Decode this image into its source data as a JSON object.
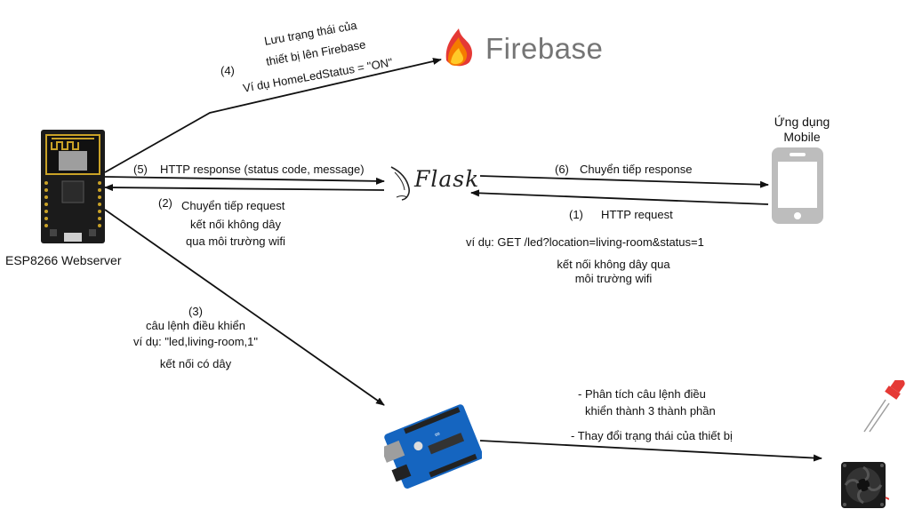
{
  "nodes": {
    "esp8266_label": "ESP8266 Webserver",
    "firebase_label": "Firebase",
    "flask_label": "Flask",
    "mobile_label_line1": "Ứng dụng",
    "mobile_label_line2": "Mobile"
  },
  "edges": {
    "e4": {
      "step": "(4)",
      "line1": "Lưu trạng thái của",
      "line2": "thiết bị lên Firebase",
      "line3": "Ví dụ HomeLedStatus = \"ON\""
    },
    "e5": {
      "step": "(5)",
      "text": "HTTP response (status code, message)"
    },
    "e2": {
      "step": "(2)",
      "line1": "Chuyển tiếp request",
      "line2": "kết nối không dây",
      "line3": "qua môi trường wifi"
    },
    "e6": {
      "step": "(6)",
      "text": "Chuyển tiếp response"
    },
    "e1": {
      "step": "(1)",
      "text": "HTTP request",
      "example": "ví dụ: GET /led?location=living-room&status=1",
      "line2": "kết nối không dây qua",
      "line3": "môi trường wifi"
    },
    "e3": {
      "step": "(3)",
      "line1": "câu lệnh điều khiển",
      "line2": "ví dụ: \"led,living-room,1\"",
      "line3": "kết nối có dây"
    },
    "e7": {
      "line1": "- Phân tích câu lệnh điều",
      "line2": "khiển thành 3 thành phần",
      "line3": "- Thay đổi trạng thái của thiết bị"
    }
  },
  "colors": {
    "firebase_orange": "#F57C00",
    "firebase_yellow": "#FFCA28",
    "firebase_red": "#E53935",
    "board_blue": "#1565C0",
    "esp_black": "#1b1b1b",
    "phone_gray": "#BDBDBD",
    "led_red": "#E53935"
  }
}
